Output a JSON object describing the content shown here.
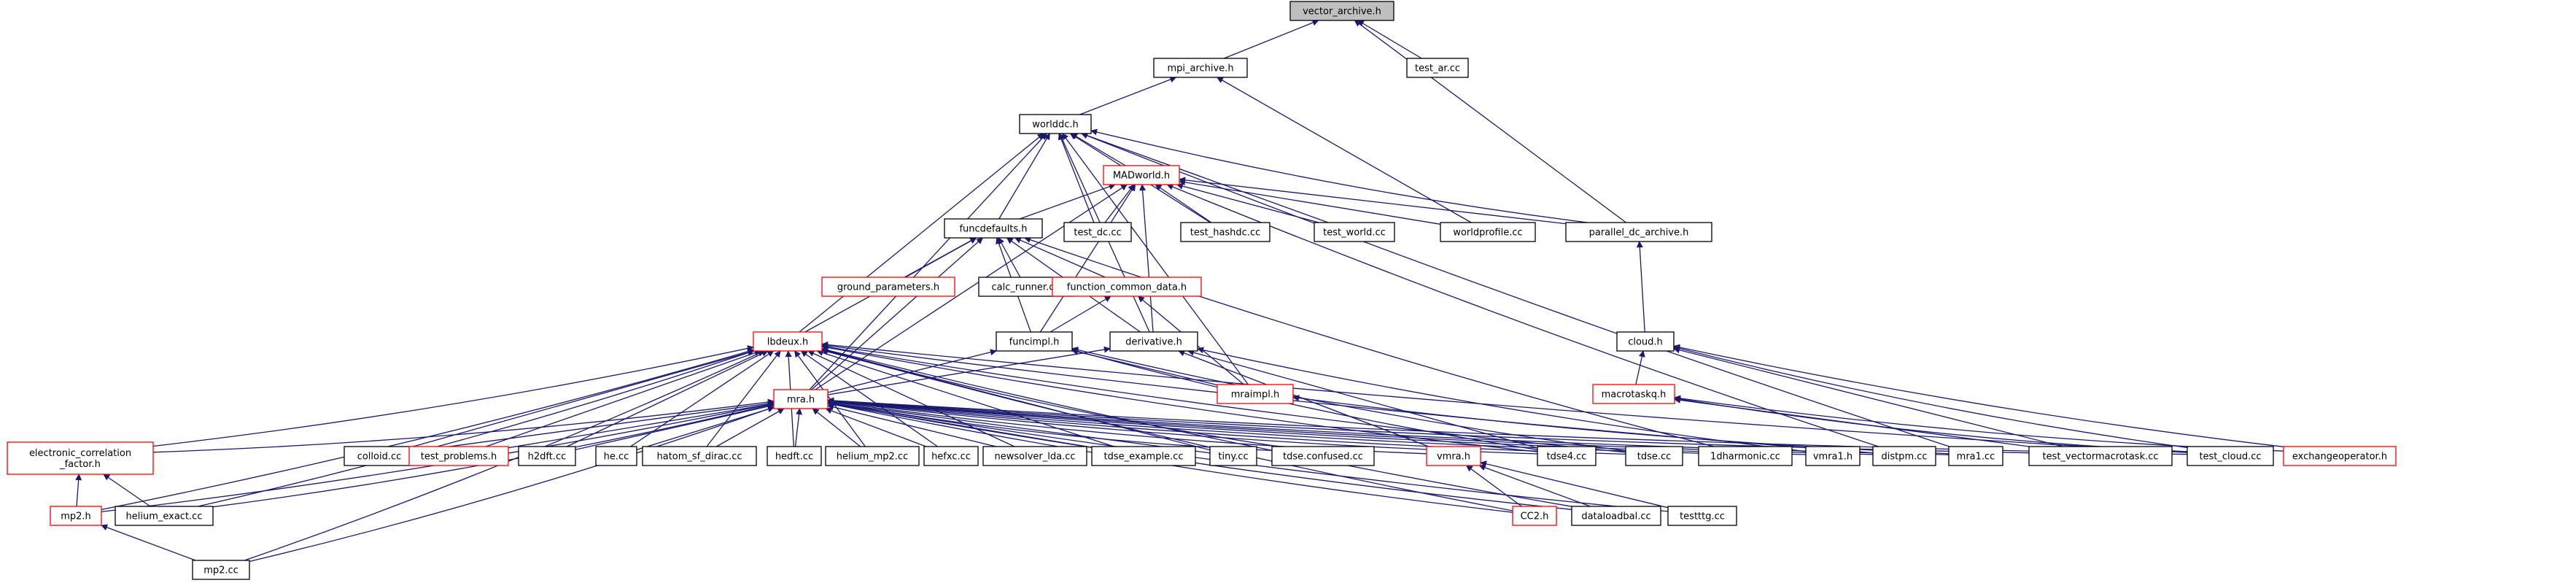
{
  "colors": {
    "edge": "#191970",
    "normal_border": "#000000",
    "incomplete_border": "#ff0000",
    "root_fill": "#bfbfbf",
    "node_fill": "#ffffff",
    "text": "#000000"
  },
  "nodes": [
    {
      "id": "vector_archive",
      "label": "vector_archive.h",
      "kind": "root"
    },
    {
      "id": "mpi_archive",
      "label": "mpi_archive.h",
      "kind": "normal"
    },
    {
      "id": "test_ar",
      "label": "test_ar.cc",
      "kind": "normal"
    },
    {
      "id": "worlddc",
      "label": "worlddc.h",
      "kind": "normal"
    },
    {
      "id": "madworld",
      "label": "MADworld.h",
      "kind": "incomplete"
    },
    {
      "id": "funcdefaults",
      "label": "funcdefaults.h",
      "kind": "normal"
    },
    {
      "id": "test_dc",
      "label": "test_dc.cc",
      "kind": "normal"
    },
    {
      "id": "test_hashdc",
      "label": "test_hashdc.cc",
      "kind": "normal"
    },
    {
      "id": "test_world",
      "label": "test_world.cc",
      "kind": "normal"
    },
    {
      "id": "worldprofile",
      "label": "worldprofile.cc",
      "kind": "normal"
    },
    {
      "id": "parallel_dc",
      "label": "parallel_dc_archive.h",
      "kind": "normal"
    },
    {
      "id": "ground_params",
      "label": "ground_parameters.h",
      "kind": "incomplete"
    },
    {
      "id": "calc_runner",
      "label": "calc_runner.cc",
      "kind": "normal"
    },
    {
      "id": "function_common",
      "label": "function_common_data.h",
      "kind": "incomplete"
    },
    {
      "id": "lbdeux",
      "label": "lbdeux.h",
      "kind": "incomplete"
    },
    {
      "id": "funcimpl",
      "label": "funcimpl.h",
      "kind": "normal"
    },
    {
      "id": "derivative",
      "label": "derivative.h",
      "kind": "normal"
    },
    {
      "id": "cloud",
      "label": "cloud.h",
      "kind": "normal"
    },
    {
      "id": "macrotaskq",
      "label": "macrotaskq.h",
      "kind": "incomplete"
    },
    {
      "id": "mraimpl",
      "label": "mraimpl.h",
      "kind": "incomplete"
    },
    {
      "id": "mra",
      "label": "mra.h",
      "kind": "incomplete"
    },
    {
      "id": "ecf",
      "label": "electronic_correlation\n_factor.h",
      "kind": "incomplete"
    },
    {
      "id": "colloid",
      "label": "colloid.cc",
      "kind": "normal"
    },
    {
      "id": "test_problems",
      "label": "test_problems.h",
      "kind": "incomplete"
    },
    {
      "id": "h2dft",
      "label": "h2dft.cc",
      "kind": "normal"
    },
    {
      "id": "he",
      "label": "he.cc",
      "kind": "normal"
    },
    {
      "id": "hatom",
      "label": "hatom_sf_dirac.cc",
      "kind": "normal"
    },
    {
      "id": "hedft",
      "label": "hedft.cc",
      "kind": "normal"
    },
    {
      "id": "helium_mp2",
      "label": "helium_mp2.cc",
      "kind": "normal"
    },
    {
      "id": "hefxc",
      "label": "hefxc.cc",
      "kind": "normal"
    },
    {
      "id": "newsolver",
      "label": "newsolver_lda.cc",
      "kind": "normal"
    },
    {
      "id": "tdse_example",
      "label": "tdse_example.cc",
      "kind": "normal"
    },
    {
      "id": "tiny",
      "label": "tiny.cc",
      "kind": "normal"
    },
    {
      "id": "tdse_confused",
      "label": "tdse.confused.cc",
      "kind": "normal"
    },
    {
      "id": "vmra",
      "label": "vmra.h",
      "kind": "incomplete"
    },
    {
      "id": "tdse4",
      "label": "tdse4.cc",
      "kind": "normal"
    },
    {
      "id": "tdse",
      "label": "tdse.cc",
      "kind": "normal"
    },
    {
      "id": "oneharmonic",
      "label": "1dharmonic.cc",
      "kind": "normal"
    },
    {
      "id": "vmra1",
      "label": "vmra1.h",
      "kind": "normal"
    },
    {
      "id": "distpm",
      "label": "distpm.cc",
      "kind": "normal"
    },
    {
      "id": "mra1",
      "label": "mra1.cc",
      "kind": "normal"
    },
    {
      "id": "test_vmt",
      "label": "test_vectormacrotask.cc",
      "kind": "normal"
    },
    {
      "id": "test_cloud",
      "label": "test_cloud.cc",
      "kind": "normal"
    },
    {
      "id": "exchangeop",
      "label": "exchangeoperator.h",
      "kind": "incomplete"
    },
    {
      "id": "mp2h",
      "label": "mp2.h",
      "kind": "incomplete"
    },
    {
      "id": "helium_exact",
      "label": "helium_exact.cc",
      "kind": "normal"
    },
    {
      "id": "cc2",
      "label": "CC2.h",
      "kind": "incomplete"
    },
    {
      "id": "dataloadbal",
      "label": "dataloadbal.cc",
      "kind": "normal"
    },
    {
      "id": "testttg",
      "label": "testttg.cc",
      "kind": "normal"
    },
    {
      "id": "mp2cc",
      "label": "mp2.cc",
      "kind": "normal"
    }
  ],
  "edges": [
    [
      "vector_archive",
      "mpi_archive"
    ],
    [
      "vector_archive",
      "test_ar"
    ],
    [
      "vector_archive",
      "parallel_dc"
    ],
    [
      "mpi_archive",
      "worlddc"
    ],
    [
      "mpi_archive",
      "worldprofile"
    ],
    [
      "worlddc",
      "madworld"
    ],
    [
      "worlddc",
      "funcdefaults"
    ],
    [
      "worlddc",
      "test_dc"
    ],
    [
      "worlddc",
      "test_hashdc"
    ],
    [
      "worlddc",
      "test_world"
    ],
    [
      "worlddc",
      "parallel_dc"
    ],
    [
      "worlddc",
      "lbdeux"
    ],
    [
      "worlddc",
      "mra"
    ],
    [
      "worlddc",
      "derivative"
    ],
    [
      "worlddc",
      "mraimpl"
    ],
    [
      "worlddc",
      "mra1"
    ],
    [
      "madworld",
      "funcdefaults"
    ],
    [
      "madworld",
      "test_dc"
    ],
    [
      "madworld",
      "test_hashdc"
    ],
    [
      "madworld",
      "test_world"
    ],
    [
      "madworld",
      "worldprofile"
    ],
    [
      "madworld",
      "parallel_dc"
    ],
    [
      "madworld",
      "funcimpl"
    ],
    [
      "madworld",
      "derivative"
    ],
    [
      "madworld",
      "mra"
    ],
    [
      "madworld",
      "distpm"
    ],
    [
      "funcdefaults",
      "ground_params"
    ],
    [
      "funcdefaults",
      "calc_runner"
    ],
    [
      "funcdefaults",
      "function_common"
    ],
    [
      "funcdefaults",
      "lbdeux"
    ],
    [
      "funcdefaults",
      "funcimpl"
    ],
    [
      "funcdefaults",
      "derivative"
    ],
    [
      "funcdefaults",
      "mra"
    ],
    [
      "funcdefaults",
      "oneharmonic"
    ],
    [
      "parallel_dc",
      "cloud"
    ],
    [
      "function_common",
      "funcimpl"
    ],
    [
      "function_common",
      "mraimpl"
    ],
    [
      "cloud",
      "macrotaskq"
    ],
    [
      "cloud",
      "test_cloud"
    ],
    [
      "cloud",
      "exchangeop"
    ],
    [
      "cloud",
      "test_vmt"
    ],
    [
      "macrotaskq",
      "test_vmt"
    ],
    [
      "macrotaskq",
      "test_cloud"
    ],
    [
      "macrotaskq",
      "exchangeop"
    ],
    [
      "funcimpl",
      "mra"
    ],
    [
      "funcimpl",
      "tdse4"
    ],
    [
      "funcimpl",
      "tdse"
    ],
    [
      "funcimpl",
      "mraimpl"
    ],
    [
      "derivative",
      "mra"
    ],
    [
      "derivative",
      "vmra"
    ],
    [
      "derivative",
      "tdse4"
    ],
    [
      "derivative",
      "vmra1"
    ],
    [
      "mraimpl",
      "mra1"
    ],
    [
      "lbdeux",
      "colloid"
    ],
    [
      "lbdeux",
      "test_problems"
    ],
    [
      "lbdeux",
      "h2dft"
    ],
    [
      "lbdeux",
      "he"
    ],
    [
      "lbdeux",
      "hatom"
    ],
    [
      "lbdeux",
      "hedft"
    ],
    [
      "lbdeux",
      "helium_mp2"
    ],
    [
      "lbdeux",
      "hefxc"
    ],
    [
      "lbdeux",
      "newsolver"
    ],
    [
      "lbdeux",
      "tdse_example"
    ],
    [
      "lbdeux",
      "tiny"
    ],
    [
      "lbdeux",
      "tdse_confused"
    ],
    [
      "lbdeux",
      "tdse4"
    ],
    [
      "lbdeux",
      "tdse"
    ],
    [
      "lbdeux",
      "distpm"
    ],
    [
      "lbdeux",
      "ecf"
    ],
    [
      "lbdeux",
      "mp2h"
    ],
    [
      "lbdeux",
      "helium_exact"
    ],
    [
      "lbdeux",
      "cc2"
    ],
    [
      "lbdeux",
      "dataloadbal"
    ],
    [
      "lbdeux",
      "mp2cc"
    ],
    [
      "lbdeux",
      "test_cloud"
    ],
    [
      "mra",
      "ecf"
    ],
    [
      "mra",
      "colloid"
    ],
    [
      "mra",
      "test_problems"
    ],
    [
      "mra",
      "h2dft"
    ],
    [
      "mra",
      "he"
    ],
    [
      "mra",
      "hatom"
    ],
    [
      "mra",
      "hedft"
    ],
    [
      "mra",
      "helium_mp2"
    ],
    [
      "mra",
      "hefxc"
    ],
    [
      "mra",
      "newsolver"
    ],
    [
      "mra",
      "tdse_example"
    ],
    [
      "mra",
      "tiny"
    ],
    [
      "mra",
      "tdse_confused"
    ],
    [
      "mra",
      "vmra"
    ],
    [
      "mra",
      "tdse4"
    ],
    [
      "mra",
      "tdse"
    ],
    [
      "mra",
      "oneharmonic"
    ],
    [
      "mra",
      "vmra1"
    ],
    [
      "mra",
      "distpm"
    ],
    [
      "mra",
      "mra1"
    ],
    [
      "mra",
      "test_vmt"
    ],
    [
      "mra",
      "test_cloud"
    ],
    [
      "mra",
      "mp2h"
    ],
    [
      "mra",
      "helium_exact"
    ],
    [
      "mra",
      "cc2"
    ],
    [
      "mra",
      "dataloadbal"
    ],
    [
      "mra",
      "testttg"
    ],
    [
      "mra",
      "mp2cc"
    ],
    [
      "vmra",
      "cc2"
    ],
    [
      "vmra",
      "dataloadbal"
    ],
    [
      "vmra",
      "testttg"
    ],
    [
      "ecf",
      "mp2h"
    ],
    [
      "ecf",
      "helium_exact"
    ],
    [
      "mp2h",
      "mp2cc"
    ]
  ]
}
